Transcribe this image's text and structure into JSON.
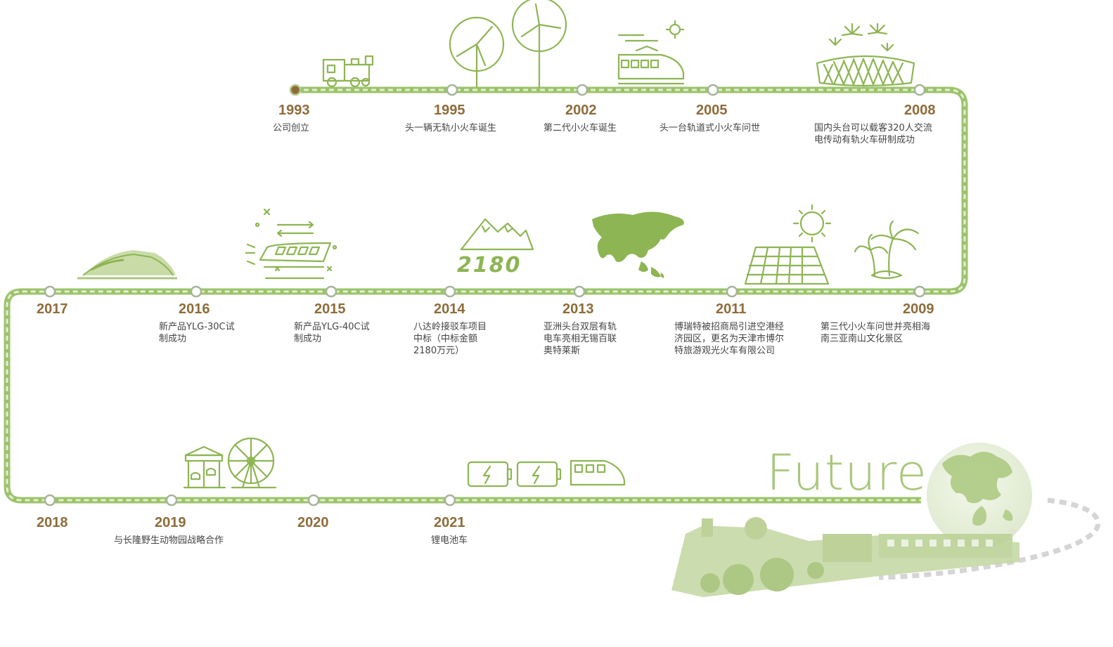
{
  "accent_color": "#8db553",
  "year_color": "#8e6c3a",
  "milestones": [
    {
      "year": "1993",
      "text": "公司创立"
    },
    {
      "year": "1995",
      "text": "头一辆无轨小火车诞生"
    },
    {
      "year": "2002",
      "text": "第二代小火车诞生"
    },
    {
      "year": "2005",
      "text": "头一台轨道式小火车问世"
    },
    {
      "year": "2008",
      "text": "国内头台可以载客320人交流\n电传动有轨火车研制成功"
    },
    {
      "year": "2009",
      "text": "第三代小火车问世并亮相海\n南三亚南山文化景区"
    },
    {
      "year": "2011",
      "text": "博瑞特被招商局引进空港经\n济园区，更名为天津市博尔\n特旅游观光火车有限公司"
    },
    {
      "year": "2013",
      "text": "亚洲头台双层有轨\n电车亮相无锡百联\n奥特莱斯"
    },
    {
      "year": "2014",
      "text": "八达岭接驳车项目\n中标（中标金额\n2180万元）"
    },
    {
      "year": "2015",
      "text": "新产品YLG-40C试\n制成功"
    },
    {
      "year": "2016",
      "text": "新产品YLG-30C试\n制成功"
    },
    {
      "year": "2017",
      "text": ""
    },
    {
      "year": "2018",
      "text": ""
    },
    {
      "year": "2019",
      "text": "与长隆野生动物园战略合作"
    },
    {
      "year": "2020",
      "text": ""
    },
    {
      "year": "2021",
      "text": "锂电池车"
    }
  ],
  "icon_text_2180": "2180",
  "future_word": "Future",
  "icons": [
    "steam-train-icon",
    "wind-turbine-icon",
    "bullet-train-icon",
    "stadium-fireworks-icon",
    "palm-trees-icon",
    "solar-panel-icon",
    "asia-map-icon",
    "mountains-icon",
    "modern-train-icon",
    "high-speed-train-icon",
    "carousel-ferris-wheel-icon",
    "battery-icon",
    "globe-icon"
  ]
}
